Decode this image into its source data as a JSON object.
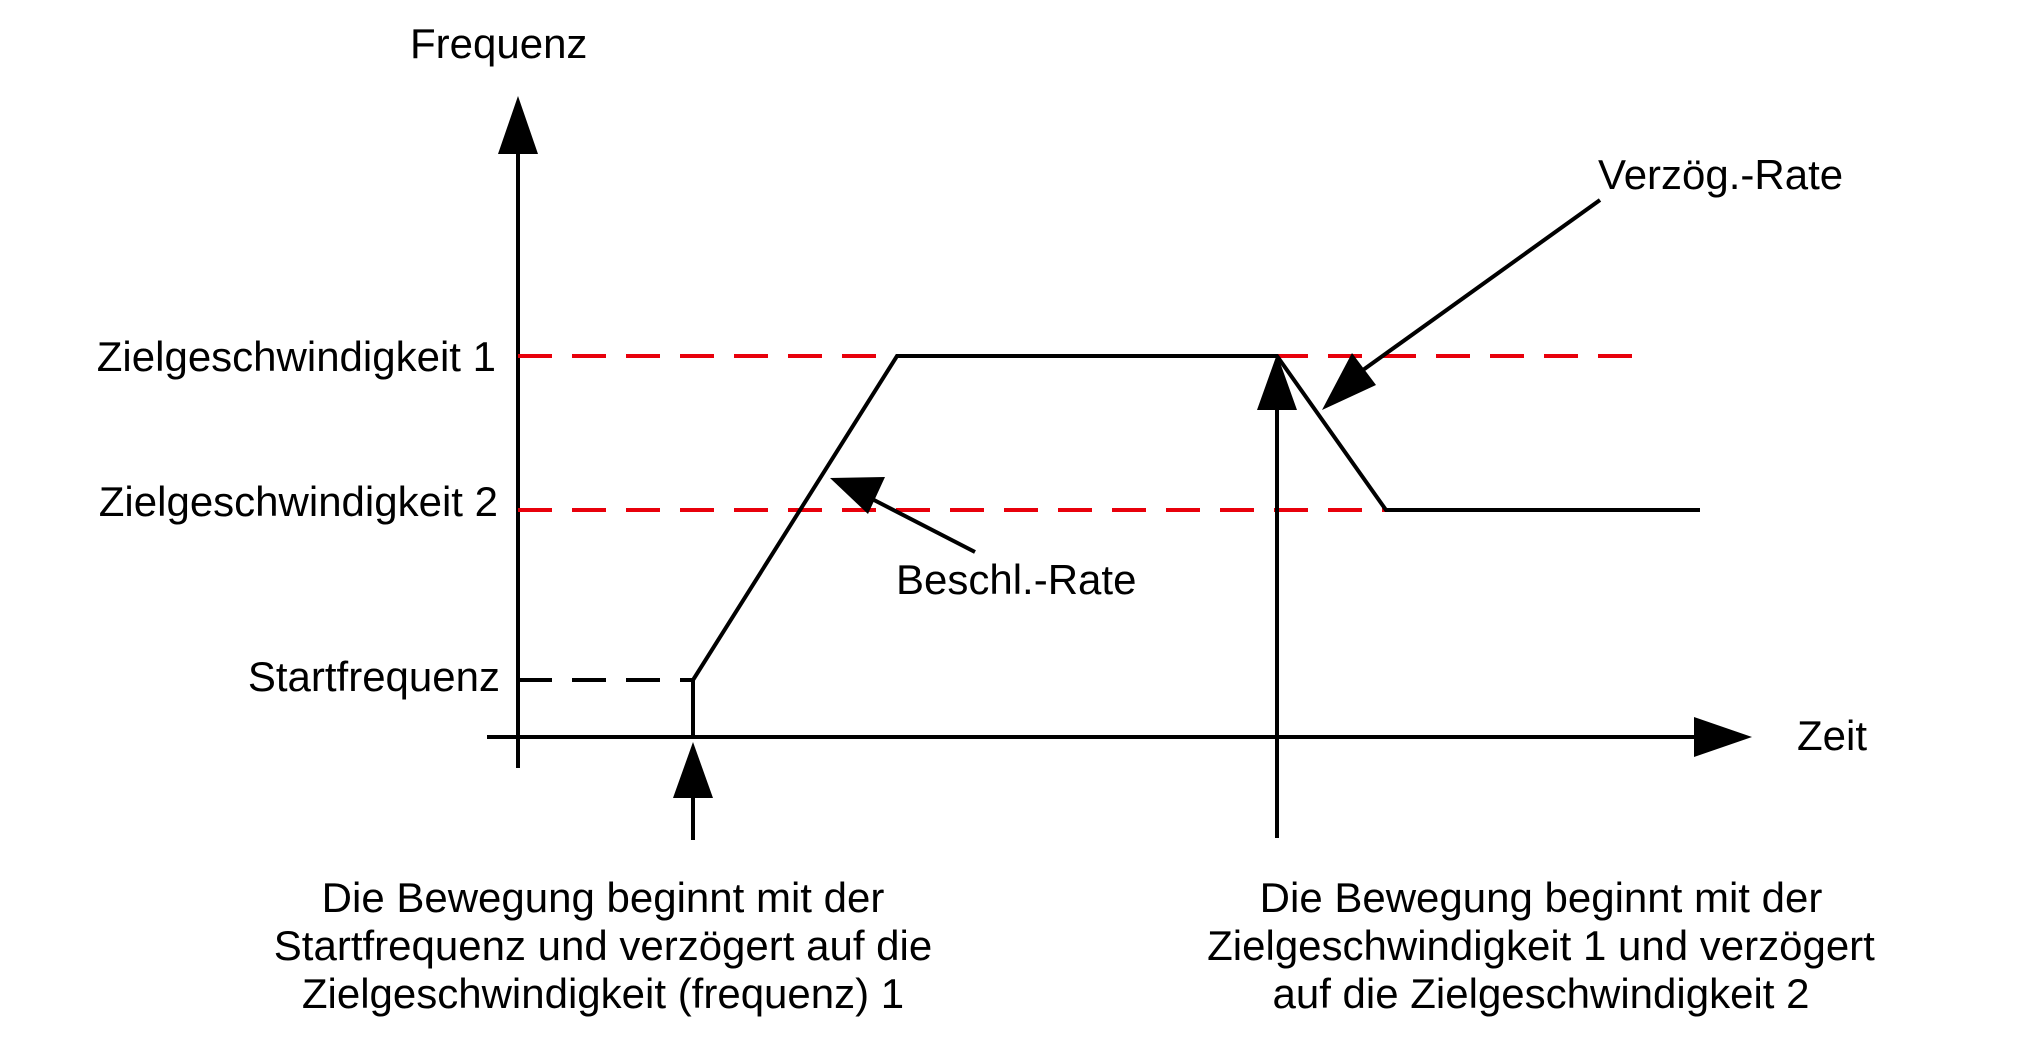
{
  "axes": {
    "y_label": "Frequenz",
    "x_label": "Zeit"
  },
  "levels": {
    "target_speed_1": "Zielgeschwindigkeit 1",
    "target_speed_2": "Zielgeschwindigkeit 2",
    "start_frequency": "Startfrequenz"
  },
  "annotations": {
    "decel_rate": "Verzög.-Rate",
    "accel_rate": "Beschl.-Rate"
  },
  "notes": {
    "left": [
      "Die Bewegung beginnt mit der",
      "Startfrequenz und verzögert auf die",
      "Zielgeschwindigkeit (frequenz) 1"
    ],
    "right": [
      "Die Bewegung beginnt mit der",
      "Zielgeschwindigkeit 1 und verzögert",
      "auf die Zielgeschwindigkeit 2"
    ]
  },
  "colors": {
    "line": "#000000",
    "target_guide": "#e8000b",
    "background": "#ffffff"
  }
}
